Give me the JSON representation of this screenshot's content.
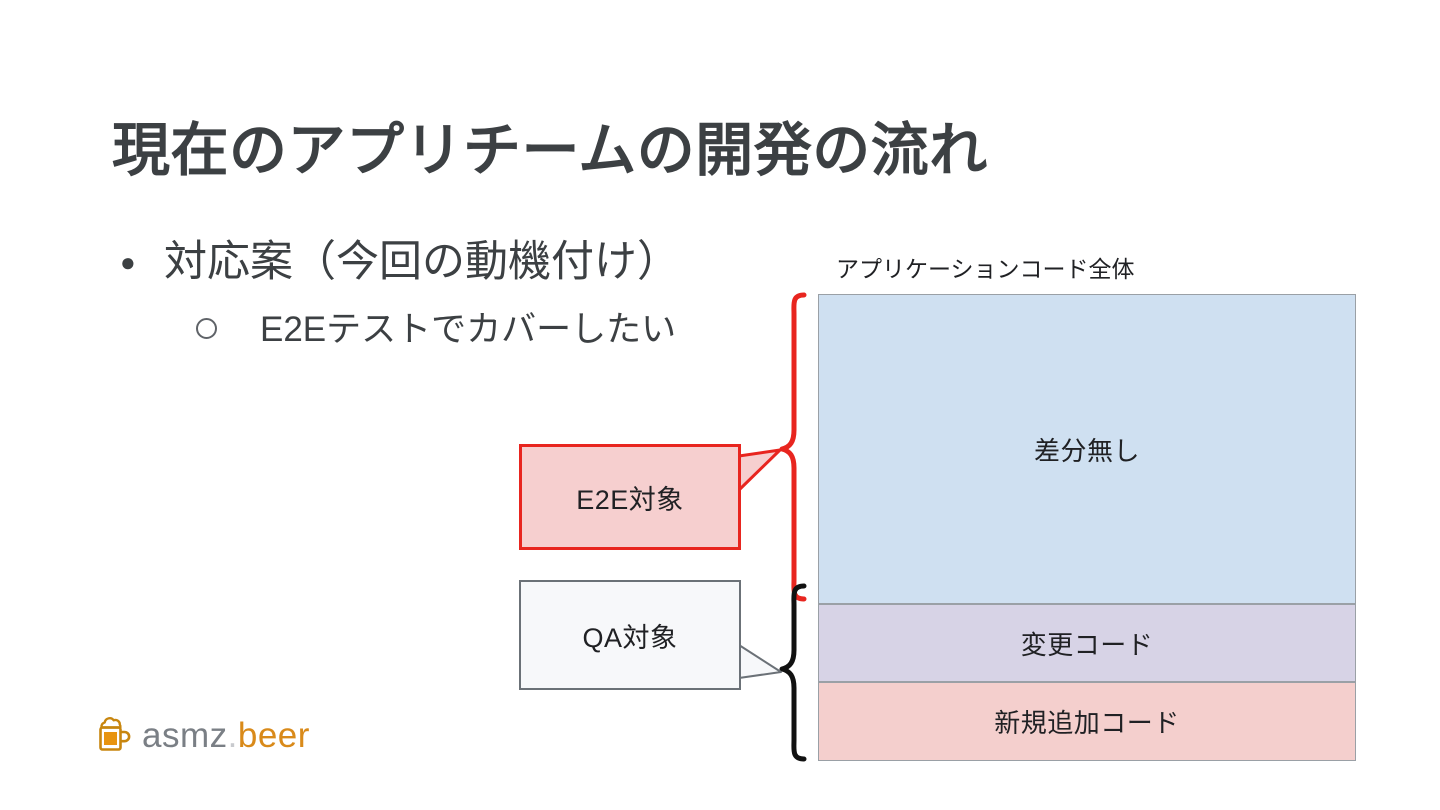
{
  "slide": {
    "title": "現在のアプリチームの開発の流れ",
    "title_color": "#3c4043",
    "background": "#ffffff"
  },
  "bullets": [
    {
      "level": 1,
      "marker": "●",
      "text": "対応案（今回の動機付け）"
    },
    {
      "level": 2,
      "marker": "○",
      "text": "E2Eテストでカバーしたい"
    }
  ],
  "diagram": {
    "caption": "アプリケーションコード全体",
    "blocks": [
      {
        "label": "差分無し",
        "fill": "#cfe0f1",
        "border": "#9aa0a6"
      },
      {
        "label": "変更コード",
        "fill": "#d7d3e6",
        "border": "#9aa0a6"
      },
      {
        "label": "新規追加コード",
        "fill": "#f4cfcd",
        "border": "#9aa0a6"
      }
    ],
    "braces": [
      {
        "name": "e2e-brace",
        "color": "#e8251f",
        "covers": "差分無し"
      },
      {
        "name": "qa-brace",
        "color": "#111111",
        "covers": "変更コード / 新規追加コード"
      }
    ],
    "callouts": [
      {
        "label": "E2E対象",
        "fill": "#f6cfcf",
        "border": "#e8251f",
        "points_to": "e2e-brace"
      },
      {
        "label": "QA対象",
        "fill": "#f7f8fa",
        "border": "#6b7177",
        "points_to": "qa-brace"
      }
    ]
  },
  "logo": {
    "icon": "beer-mug-icon",
    "name_primary": "asmz",
    "name_dot": ".",
    "name_suffix": "beer",
    "color_primary": "#7a7f85",
    "color_suffix": "#d98a1a"
  }
}
